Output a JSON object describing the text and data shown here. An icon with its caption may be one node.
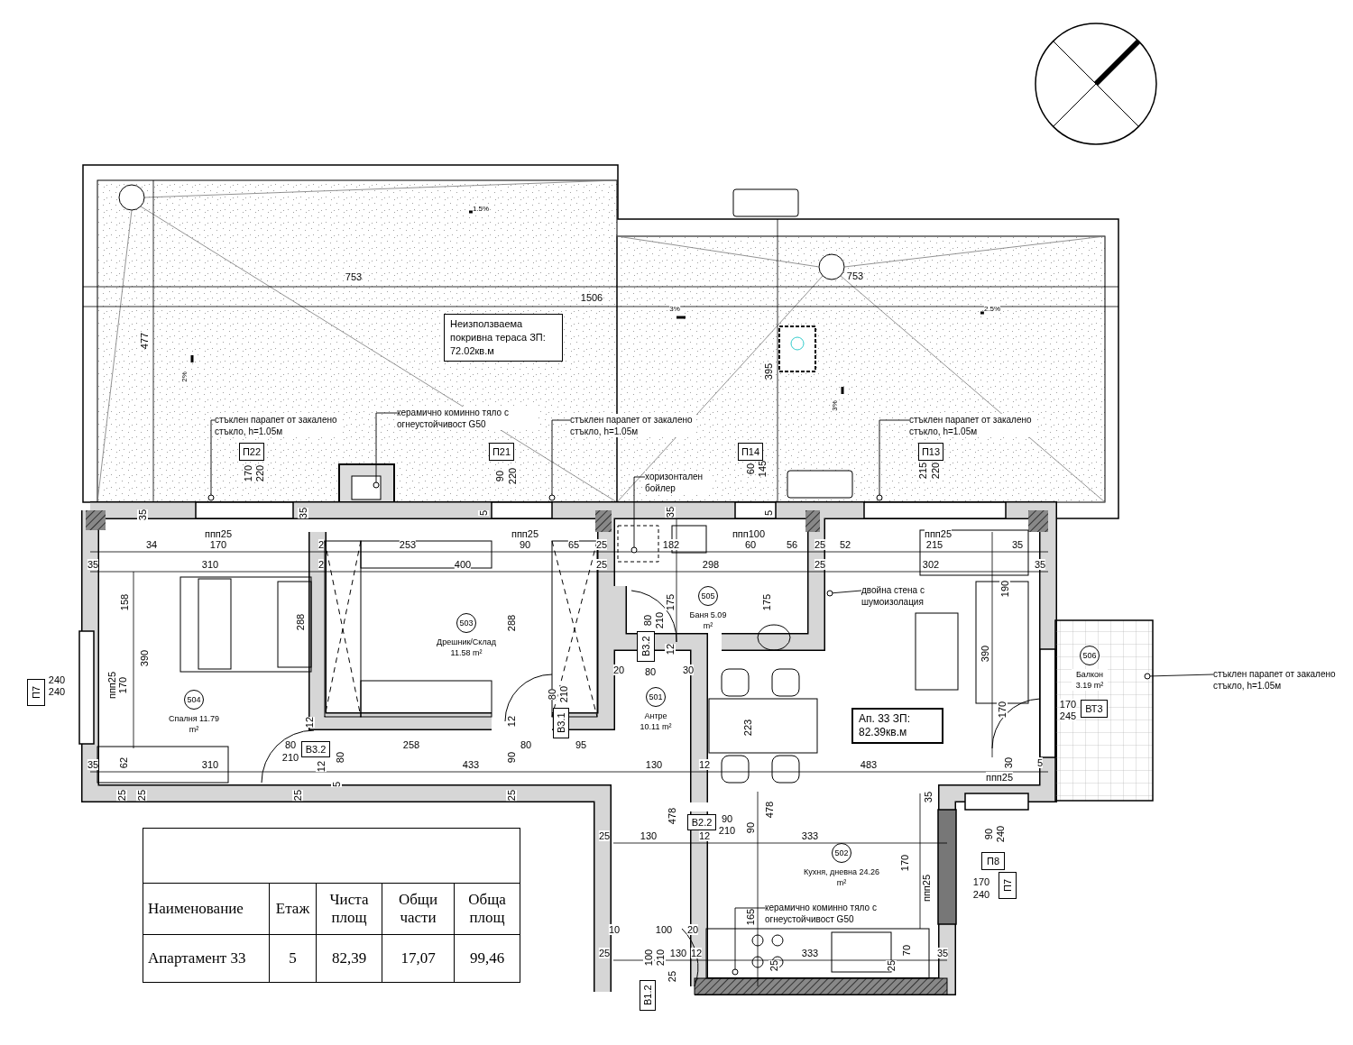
{
  "diagram": {
    "nodes": [
      {
        "text": [
          "Неизползваема покривна тераса ЗП: 72.02кв.м"
        ]
      },
      {
        "text": [
          "504",
          "Спалня 11.79 m²"
        ]
      },
      {
        "text": [
          "503",
          "Дрешник/Склад 11.58 m²"
        ]
      },
      {
        "text": [
          "505",
          "Баня 5.09 m²"
        ]
      },
      {
        "text": [
          "501",
          "Антре 10.11 m²"
        ]
      },
      {
        "text": [
          "502",
          "Кухня, дневна 24.26 m²"
        ]
      },
      {
        "text": [
          "506",
          "Балкон 3.19 m²"
        ]
      },
      {
        "text": [
          "Ап. 33 ЗП: 82.39кв.м"
        ]
      },
      {
        "text": [
          "П22"
        ],
        "beside": [
          "170",
          "220"
        ]
      },
      {
        "text": [
          "П21"
        ],
        "beside": [
          "90",
          "220"
        ]
      },
      {
        "text": [
          "П14"
        ],
        "beside": [
          "60",
          "145"
        ]
      },
      {
        "text": [
          "П13"
        ],
        "beside": [
          "215",
          "220"
        ]
      },
      {
        "text": [
          "П7"
        ],
        "beside": [
          "240",
          "240"
        ]
      },
      {
        "text": [
          "ВТ3"
        ],
        "beside": [
          "170",
          "245"
        ]
      },
      {
        "text": [
          "П8"
        ],
        "beside": [
          "90",
          "240"
        ]
      },
      {
        "text": [
          "П7"
        ],
        "beside": [
          "170",
          "240"
        ]
      },
      {
        "text": [
          "В3.2"
        ],
        "beside": [
          "80",
          "210"
        ]
      },
      {
        "text": [
          "В3.1"
        ],
        "beside": [
          "80",
          "210"
        ]
      },
      {
        "text": [
          "В3.2"
        ],
        "beside": [
          "80",
          "210"
        ]
      },
      {
        "text": [
          "В2.2"
        ],
        "beside": [
          "90",
          "210"
        ]
      },
      {
        "text": [
          "В1.2"
        ],
        "beside": [
          "100",
          "210"
        ]
      },
      {
        "text": [
          "стъклен парапет от закалено стъкло, h=1.05м"
        ]
      },
      {
        "text": [
          "керамично коминно тяло с огнеустойчивост G50"
        ]
      },
      {
        "text": [
          "стъклен парапет от закалено стъкло, h=1.05м"
        ]
      },
      {
        "text": [
          "хоризонтален бойлер"
        ]
      },
      {
        "text": [
          "стъклен парапет от закалено стъкло, h=1.05м"
        ]
      },
      {
        "text": [
          "двойна стена с шумоизолация"
        ]
      },
      {
        "text": [
          "стъклен парапет от закалено стъкло, h=1.05м"
        ]
      },
      {
        "text": [
          "керамично коминно тяло с огнеустойчивост G50"
        ]
      }
    ],
    "edges": [
      {
        "from": 21,
        "to": null,
        "arrow": "other"
      },
      {
        "from": 22,
        "to": null,
        "arrow": "other"
      },
      {
        "from": 23,
        "to": null,
        "arrow": "other"
      },
      {
        "from": 24,
        "to": null,
        "arrow": "other"
      },
      {
        "from": 25,
        "to": null,
        "arrow": "other"
      },
      {
        "from": 26,
        "to": null,
        "arrow": "other"
      },
      {
        "from": 27,
        "to": null,
        "arrow": "other"
      },
      {
        "from": 28,
        "to": null,
        "arrow": "other"
      }
    ],
    "labels": [
      "1.5%",
      "753",
      "1506",
      "753",
      "3%",
      "2.5%",
      "477",
      "2%",
      "395",
      "3%",
      "35",
      "35",
      "5",
      "35",
      "5",
      "ппп25",
      "34",
      "170",
      "2",
      "253",
      "ппп25",
      "90",
      "65",
      "25",
      "182",
      "ппп100",
      "60",
      "56",
      "25",
      "52",
      "ппп25",
      "215",
      "35",
      "35",
      "310",
      "2",
      "400",
      "25",
      "298",
      "25",
      "302",
      "35",
      "158",
      "175",
      "175",
      "190",
      "288",
      "288",
      "390",
      "390",
      "ппп25",
      "170",
      "12",
      "20",
      "80",
      "30",
      "223",
      "170",
      "12",
      "12",
      "258",
      "80",
      "95",
      "12",
      "80",
      "35",
      "62",
      "310",
      "433",
      "90",
      "130",
      "12",
      "483",
      "30",
      "5",
      "ппп25",
      "25",
      "25",
      "25",
      "5",
      "25",
      "35",
      "478",
      "478",
      "25",
      "130",
      "12",
      "90",
      "333",
      "170",
      "ппп25",
      "165",
      "10",
      "100",
      "20",
      "25",
      "130",
      "12",
      "333",
      "70",
      "35",
      "25",
      "25",
      "25",
      "Наименование",
      "Етаж",
      "Чиста площ",
      "Общи части",
      "Обща площ",
      "Апартамент 33",
      "5",
      "82,39",
      "17,07",
      "99,46"
    ]
  }
}
